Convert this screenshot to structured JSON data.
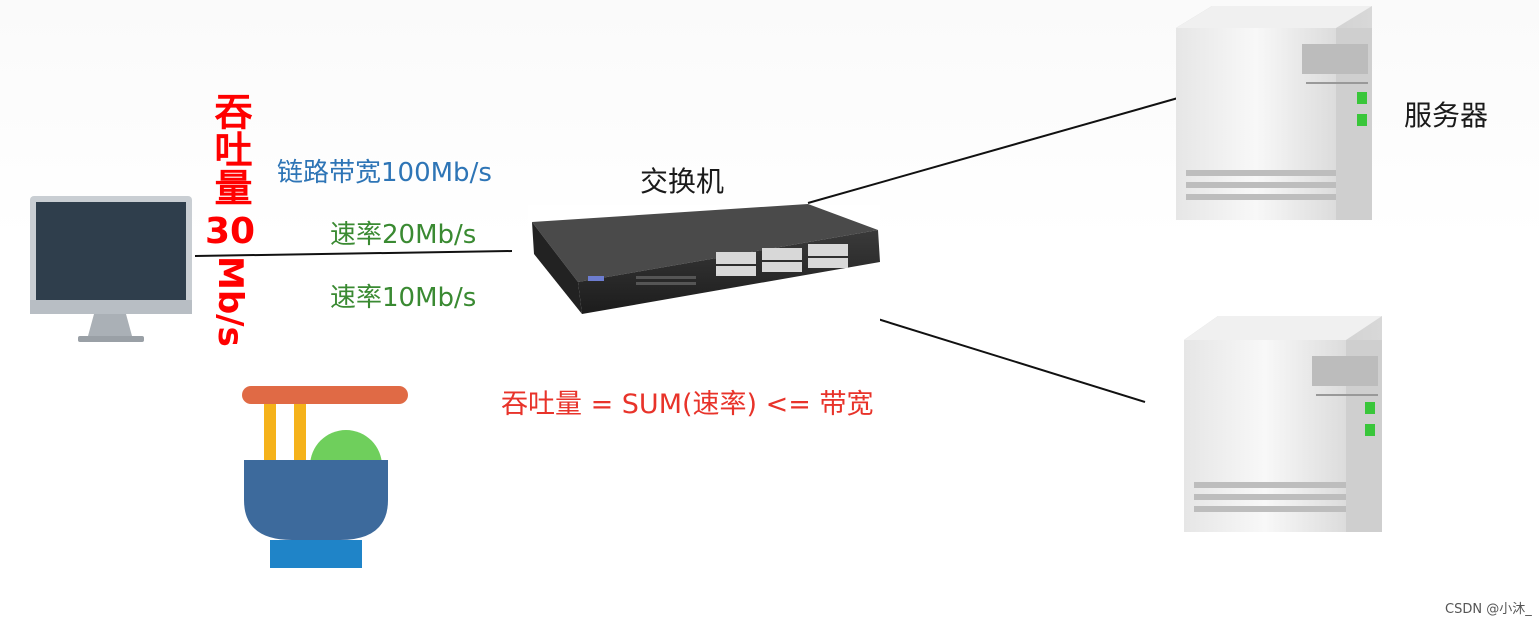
{
  "labels": {
    "link_bandwidth": "链路带宽100Mb/s",
    "rate_1": "速率20Mb/s",
    "rate_2": "速率10Mb/s",
    "switch": "交换机",
    "server": "服务器",
    "formula": "吞吐量 = SUM(速率)   <= 带宽",
    "throughput_cjk": "吞吐量",
    "throughput_value": "30",
    "throughput_unit": "Mb/s",
    "watermark": "CSDN @小沐_"
  },
  "colors": {
    "bandwidth_text": "#2e75b6",
    "rate_text": "#3a8a32",
    "formula_text": "#e8332a",
    "throughput_text": "#ff0000"
  },
  "icons": [
    "monitor-icon",
    "switch-icon",
    "server-icon",
    "noodle-bowl-icon"
  ]
}
